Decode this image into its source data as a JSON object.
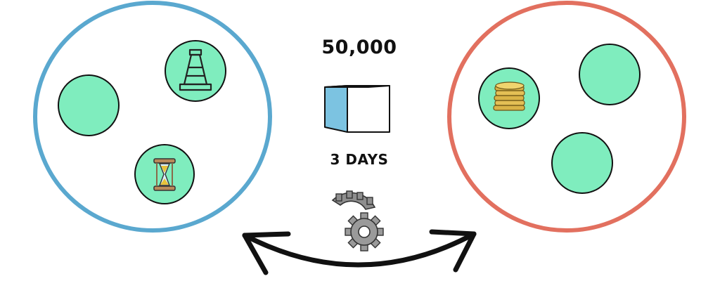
{
  "labels": {
    "quantity": "50,000",
    "duration": "3 DAYS"
  },
  "colors": {
    "left_circle": "#5aa8cf",
    "right_circle": "#e2705f",
    "node_fill": "#7fedbe",
    "outline": "#111111",
    "cube_front": "#7cc3e1",
    "gear": "#8e8e8e",
    "hourglass_sand": "#e7c23a",
    "coin": "#d9b347"
  },
  "left_group": {
    "nodes": [
      {
        "icon": "none"
      },
      {
        "icon": "traffic-cone-icon"
      },
      {
        "icon": "hourglass-icon"
      }
    ]
  },
  "right_group": {
    "nodes": [
      {
        "icon": "coin-stack-icon"
      },
      {
        "icon": "none"
      },
      {
        "icon": "none"
      }
    ]
  },
  "center": {
    "icons": [
      "cube-icon",
      "gears-icon",
      "double-arrow-icon"
    ]
  }
}
